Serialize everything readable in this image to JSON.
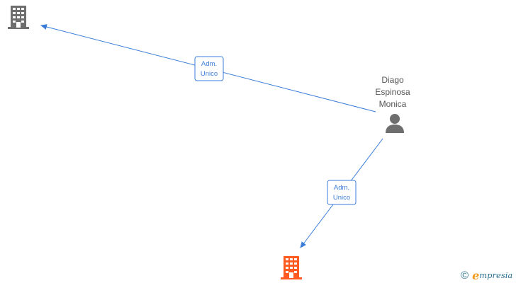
{
  "nodes": {
    "person": {
      "name_lines": [
        "Diago",
        "Espinosa",
        "Monica"
      ],
      "icon": "person-icon",
      "color": "#6e6e6e"
    },
    "company_top": {
      "icon": "building-icon",
      "color": "#6e6e6e"
    },
    "company_bottom": {
      "icon": "building-icon",
      "color": "#ff5a1f"
    }
  },
  "edges": [
    {
      "from": "person",
      "to": "company_top",
      "label_lines": [
        "Adm.",
        "Unico"
      ]
    },
    {
      "from": "person",
      "to": "company_bottom",
      "label_lines": [
        "Adm.",
        "Unico"
      ]
    }
  ],
  "colors": {
    "edge": "#3b7dd8"
  },
  "brand": {
    "copyright_symbol": "©",
    "logo_initial": "e",
    "logo_rest": "mpresia",
    "text": "empresia"
  }
}
